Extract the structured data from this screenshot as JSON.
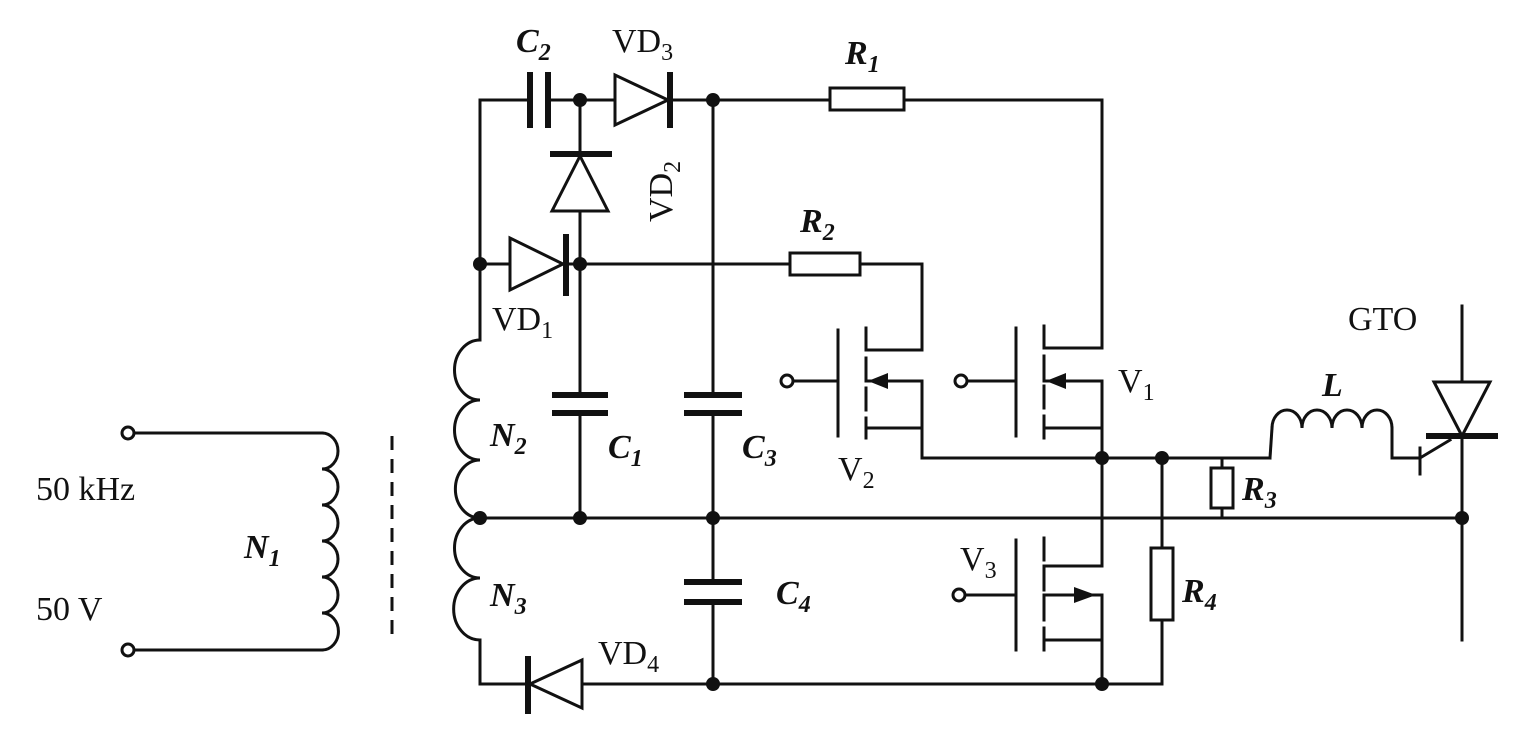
{
  "labels": {
    "c2": "C",
    "c2_sub": "2",
    "vd3": "VD",
    "vd3_sub": "3",
    "r1": "R",
    "r1_sub": "1",
    "vd2": "VD",
    "vd2_sub": "2",
    "r2": "R",
    "r2_sub": "2",
    "vd1": "VD",
    "vd1_sub": "1",
    "c1": "C",
    "c1_sub": "1",
    "c3": "C",
    "c3_sub": "3",
    "v2": "V",
    "v2_sub": "2",
    "v1": "V",
    "v1_sub": "1",
    "gto": "GTO",
    "l": "L",
    "r3": "R",
    "r3_sub": "3",
    "r4": "R",
    "r4_sub": "4",
    "v3": "V",
    "v3_sub": "3",
    "c4": "C",
    "c4_sub": "4",
    "vd4": "VD",
    "vd4_sub": "4",
    "n1": "N",
    "n1_sub": "1",
    "n2": "N",
    "n2_sub": "2",
    "n3": "N",
    "n3_sub": "3",
    "freq": "50 kHz",
    "volt": "50 V"
  }
}
